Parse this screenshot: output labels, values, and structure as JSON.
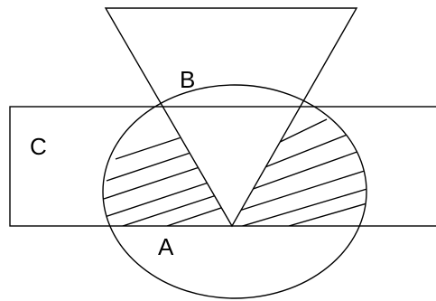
{
  "labels": {
    "a": "A",
    "b": "B",
    "c": "C"
  },
  "colors": {
    "stroke": "#000000",
    "background": "#ffffff"
  }
}
